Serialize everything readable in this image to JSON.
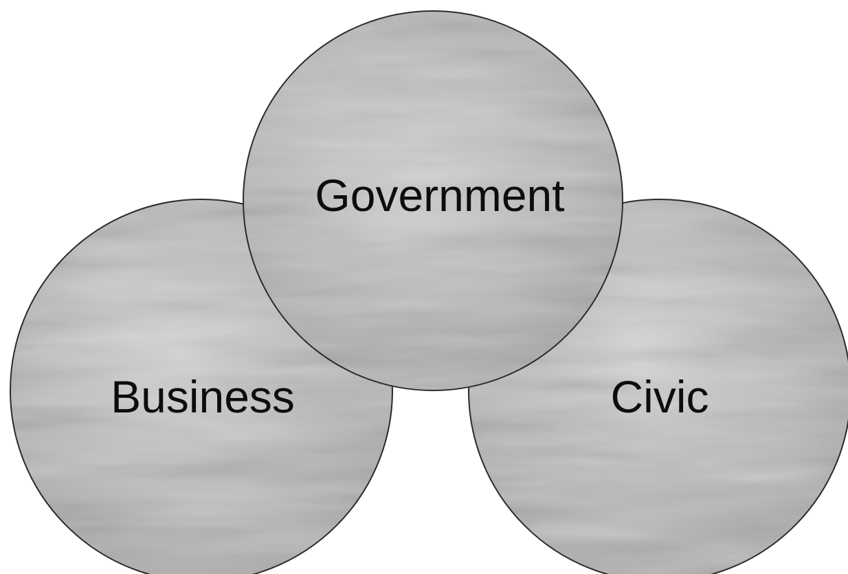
{
  "diagram": {
    "circles": [
      {
        "label": "Business"
      },
      {
        "label": "Government"
      },
      {
        "label": "Civic"
      }
    ]
  },
  "colors": {
    "background": "#ffffff",
    "circle_fill": "#c8c8c8",
    "circle_outline": "#2a2a2a",
    "label_text": "#0d0d0d"
  }
}
